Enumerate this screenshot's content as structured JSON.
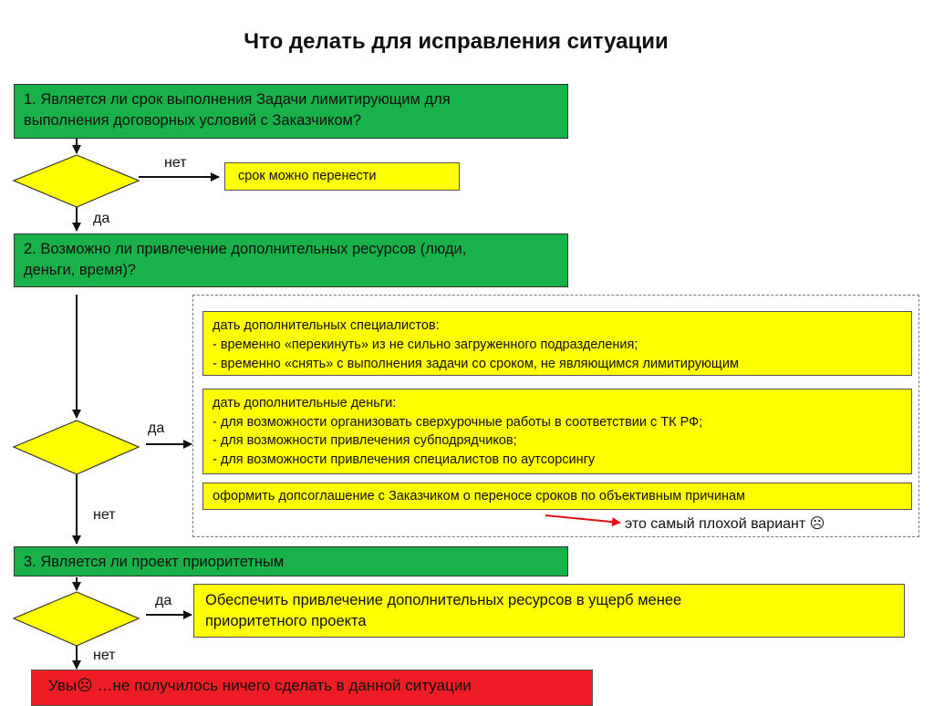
{
  "title": "Что делать для исправления ситуации",
  "q1": {
    "text_lines": [
      "1. Является ли срок выполнения Задачи лимитирующим для",
      "выполнения договорных условий с Заказчиком?"
    ],
    "no_label": "нет",
    "yes_label": "да",
    "no_action": "срок можно перенести"
  },
  "q2": {
    "text_lines": [
      "2. Возможно ли привлечение дополнительных ресурсов (люди,",
      "деньги, время)?"
    ],
    "yes_label": "да",
    "no_label": "нет",
    "options": [
      {
        "lines": [
          "дать дополнительных специалистов:",
          "-  временно «перекинуть» из не сильно загруженного подразделения;",
          "- временно «снять» с выполнения задачи со сроком, не являющимся лимитирующим"
        ]
      },
      {
        "lines": [
          "дать дополнительные деньги:",
          "- для возможности организовать сверхурочные работы в соответствии с ТК РФ;",
          "- для возможности привлечения субподрядчиков;",
          "- для возможности привлечения специалистов по аутсорсингу"
        ]
      },
      {
        "lines": [
          "оформить допсоглашение с Заказчиком о переносе сроков по объективным причинам"
        ]
      }
    ],
    "worst_note": "это самый плохой вариант ☹"
  },
  "q3": {
    "text": "3. Является ли проект приоритетным",
    "yes_label": "да",
    "no_label": "нет",
    "yes_action_lines": [
      "Обеспечить привлечение дополнительных ресурсов в ущерб менее",
      "приоритетного проекта"
    ]
  },
  "final": {
    "text": "Увы☹ …не получилось ничего сделать в данной ситуации"
  },
  "colors": {
    "green": "#19b14a",
    "yellow": "#ffff00",
    "red": "#ee1c24",
    "arrow_red": "#e01010"
  }
}
